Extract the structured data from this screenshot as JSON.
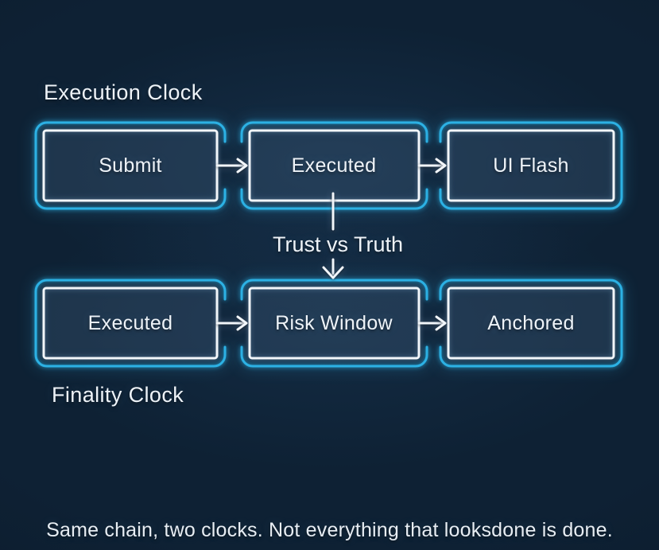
{
  "colors": {
    "background": "#0e2134",
    "neon_cyan": "#2cb1e4",
    "line_white": "#f2f6fa",
    "text_white": "#eef3f8"
  },
  "execution_clock": {
    "label": "Execution Clock",
    "boxes": [
      {
        "label": "Submit"
      },
      {
        "label": "Executed"
      },
      {
        "label": "UI Flash"
      }
    ]
  },
  "finality_clock": {
    "label": "Finality Clock",
    "boxes": [
      {
        "label": "Executed"
      },
      {
        "label": "Risk Window"
      },
      {
        "label": "Anchored"
      }
    ]
  },
  "connector": {
    "label": "Trust vs Truth"
  },
  "caption": "Same chain, two clocks. Not everything that looksdone is done."
}
